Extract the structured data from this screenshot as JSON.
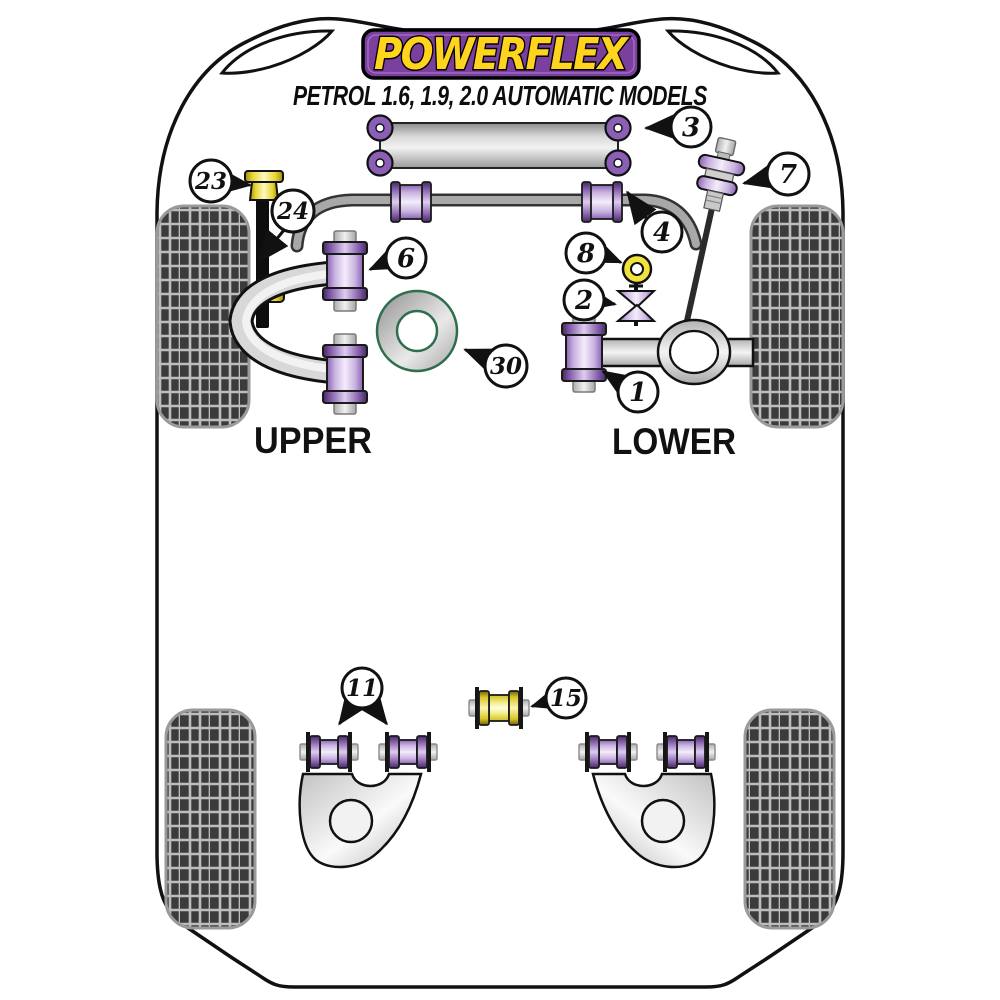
{
  "header": {
    "logo_text": "POWERFLEX",
    "registered_mark": "®",
    "subtitle": "PETROL 1.6, 1.9, 2.0 AUTOMATIC MODELS"
  },
  "section_labels": {
    "upper": "UPPER",
    "lower": "LOWER"
  },
  "callouts": [
    {
      "label": "3",
      "points_to": "front-subframe-mount-bush"
    },
    {
      "label": "7",
      "points_to": "front-strut-top-bush"
    },
    {
      "label": "23",
      "points_to": "shock-upper-bush"
    },
    {
      "label": "24",
      "points_to": "shock-lower-bush"
    },
    {
      "label": "4",
      "points_to": "anti-roll-bar-bush"
    },
    {
      "label": "8",
      "points_to": "washer-bush"
    },
    {
      "label": "2",
      "points_to": "cone-bush"
    },
    {
      "label": "6",
      "points_to": "upper-arm-bush"
    },
    {
      "label": "30",
      "points_to": "ring-bush"
    },
    {
      "label": "1",
      "points_to": "lower-arm-front-bush"
    },
    {
      "label": "11",
      "points_to": "rear-arm-bushes"
    },
    {
      "label": "15",
      "points_to": "rear-mount-bush"
    }
  ],
  "colors": {
    "bushing_purple": "#8a63b2",
    "bushing_yellow": "#f2e33c",
    "ring_green_outline": "#2e6e4e",
    "logo_purple": "#7b3f9e",
    "logo_yellow": "#ffd41f",
    "tire_dark": "#3b3b3b",
    "metal_gray": "#c9c9c9",
    "outline_black": "#111111"
  }
}
